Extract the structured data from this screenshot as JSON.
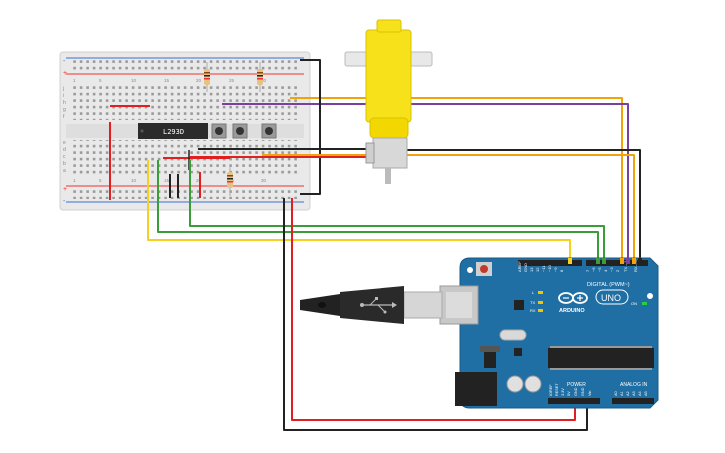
{
  "breadboard": {
    "ic_label": "L293D",
    "row_letters_top": [
      "j",
      "i",
      "h",
      "g",
      "f"
    ],
    "row_letters_bottom": [
      "e",
      "d",
      "c",
      "b",
      "a"
    ],
    "column_numbers": [
      "1",
      "5",
      "10",
      "15",
      "20",
      "25",
      "30"
    ],
    "rail_plus": "+",
    "rail_minus": "-"
  },
  "arduino": {
    "brand": "ARDUINO",
    "model": "UNO",
    "digital_label": "DIGITAL (PWM~)",
    "power_label": "POWER",
    "analog_label": "ANALOG IN",
    "on_label": "ON",
    "led_labels": [
      "L",
      "TX",
      "RX"
    ],
    "digital_pins": [
      "AREF",
      "GND",
      "13",
      "12",
      "~11",
      "~10",
      "~9",
      "8",
      "7",
      "~6",
      "~5",
      "4",
      "~3",
      "2",
      "TX→1",
      "RX←0"
    ],
    "power_pins": [
      "IOREF",
      "RESET",
      "3.3V",
      "5V",
      "GND",
      "GND",
      "Vin"
    ],
    "analog_pins": [
      "A0",
      "A1",
      "A2",
      "A3",
      "A4",
      "A5"
    ]
  },
  "wire_colors": {
    "orange": "#f0a30a",
    "purple": "#7b3fa0",
    "green": "#3a9d3a",
    "yellow": "#f5d020",
    "red": "#e02020",
    "black": "#222222"
  },
  "board_color": "#1f6fa4",
  "motor_color": "#f7e11a"
}
